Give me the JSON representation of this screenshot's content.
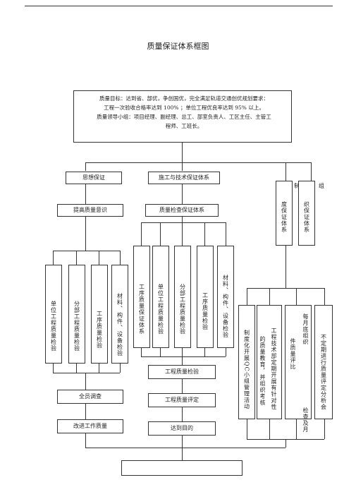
{
  "title": "质量保证体系框图",
  "goal": {
    "line1": "质量目标：达到省、部优，争创国优，完全满足轨道交通创优规划要求：",
    "line2": "工程一次验收合格率达到 100% ；单位工程优良率达到 95% 以上。",
    "line3": "质量领导小组：项目经理、副经理、总工、部室负责人、工区主任、主管工",
    "line4": "程师、工班长。"
  },
  "level1": {
    "ideology": "思想保证",
    "construction": "施工与技术保证体系",
    "system_right1": "度保证体系",
    "system_right2": "织保证体系",
    "system_right_top": "组",
    "system_right_top2": "制"
  },
  "level2": {
    "awareness": "提高质量意识",
    "inspection_system": "质量检查保证体系"
  },
  "left_columns": [
    "单位工程质量检验",
    "分部工程质量检验",
    "工序质量检验",
    "材料、构件、设备检验"
  ],
  "mid_columns": [
    "工序质量保证体系",
    "单位工程质量检验",
    "分部工程质量检验",
    "工序质量检验",
    "材料、构件、设备检验"
  ],
  "right_columns": {
    "c1": "制度化开展QC小组管理活动",
    "c2a": "的质量教育，并组织考核",
    "c2b": "工程技术部定期开展有针对性",
    "c3a": "每月底组织",
    "c3b": "检查及月",
    "c3c": "件质量评比",
    "c4": "不定期进行质量评定分析会"
  },
  "bottom": {
    "all_staff": "全员调查",
    "improve": "改进工作质量",
    "eng_inspection": "工程质量检验",
    "eng_eval": "工程质量评定",
    "achieve": "达到目的",
    "final": ""
  }
}
